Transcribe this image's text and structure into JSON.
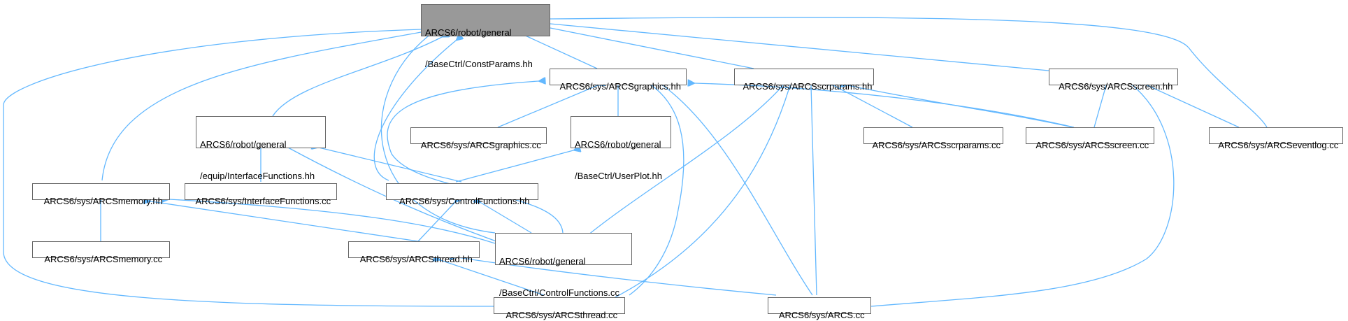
{
  "colors": {
    "edge": "#63B8FF",
    "node_border": "#666666",
    "focus_fill": "#999999"
  },
  "nodes": {
    "constparams": [
      "ARCS6/robot/general",
      "/BaseCtrl/ConstParams.hh"
    ],
    "arcsgraphics_hh": "ARCS6/sys/ARCSgraphics.hh",
    "arcsscrparams_hh": "ARCS6/sys/ARCSscrparams.hh",
    "arcsscreen_hh": "ARCS6/sys/ARCSscreen.hh",
    "interfacefunctions_hh": [
      "ARCS6/robot/general",
      "/equip/InterfaceFunctions.hh"
    ],
    "arcsgraphics_cc": "ARCS6/sys/ARCSgraphics.cc",
    "userplot_hh": [
      "ARCS6/robot/general",
      "/BaseCtrl/UserPlot.hh"
    ],
    "arcsscrparams_cc": "ARCS6/sys/ARCSscrparams.cc",
    "arcsscreen_cc": "ARCS6/sys/ARCSscreen.cc",
    "arcseventlog_cc": "ARCS6/sys/ARCSeventlog.cc",
    "arcsmemory_hh": "ARCS6/sys/ARCSmemory.hh",
    "interfacefunctions_cc": "ARCS6/sys/InterfaceFunctions.cc",
    "controlfunctions_hh": "ARCS6/sys/ControlFunctions.hh",
    "arcsmemory_cc": "ARCS6/sys/ARCSmemory.cc",
    "arcsthread_hh": "ARCS6/sys/ARCSthread.hh",
    "controlfunctions_cc": [
      "ARCS6/robot/general",
      "/BaseCtrl/ControlFunctions.cc"
    ],
    "arcsthread_cc": "ARCS6/sys/ARCSthread.cc",
    "arcs_cc": "ARCS6/sys/ARCS.cc"
  }
}
